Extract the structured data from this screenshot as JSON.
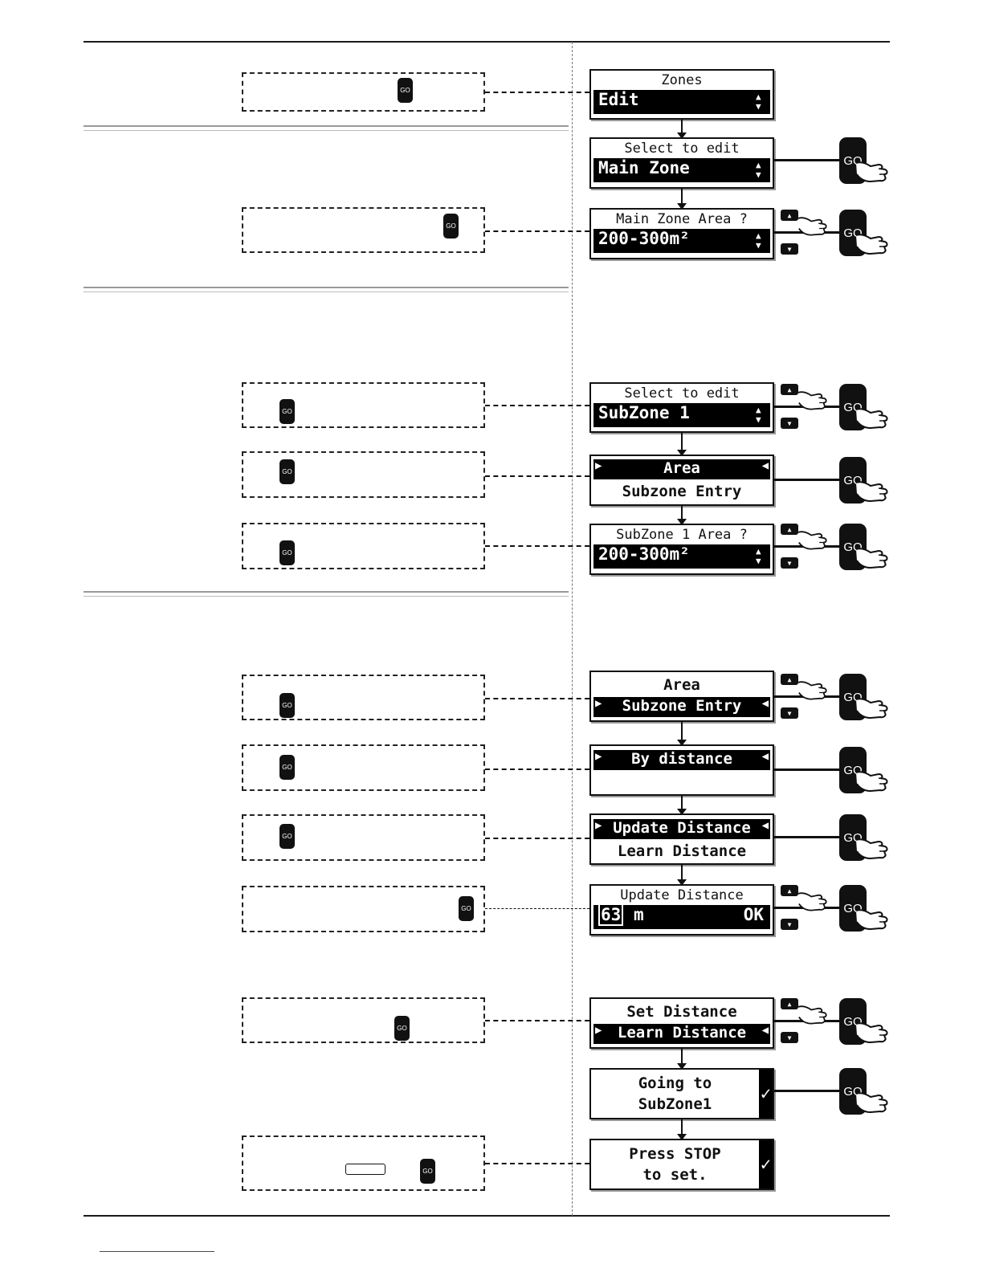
{
  "go_label": "GO",
  "screens": {
    "zones": {
      "title": "Zones",
      "value": "Edit"
    },
    "select_main": {
      "title": "Select to edit",
      "value": "Main Zone"
    },
    "main_area": {
      "title": "Main Zone Area ?",
      "value": "200-300m²"
    },
    "select_sub": {
      "title": "Select to edit",
      "value": "SubZone 1"
    },
    "area_menu": {
      "selected": "Area",
      "other": "Subzone Entry"
    },
    "sub_area": {
      "title": "SubZone 1 Area ?",
      "value": "200-300m²"
    },
    "entry_menu": {
      "other": "Area",
      "selected": "Subzone Entry"
    },
    "by_distance": {
      "selected": "By distance"
    },
    "update_menu": {
      "selected": "Update Distance",
      "other": "Learn Distance"
    },
    "update_dist": {
      "title": "Update Distance",
      "value": "63",
      "unit": "m",
      "ok": "OK"
    },
    "learn_menu": {
      "other": "Set Distance",
      "selected": "Learn Distance"
    },
    "going": {
      "line1": "Going to",
      "line2": "SubZone1"
    },
    "press_stop": {
      "line1": "Press STOP",
      "line2": "to set."
    }
  },
  "icons": {
    "up": "up-arrow-icon",
    "down": "down-arrow-icon",
    "check": "checkmark-icon",
    "hand": "pointing-hand-icon"
  }
}
